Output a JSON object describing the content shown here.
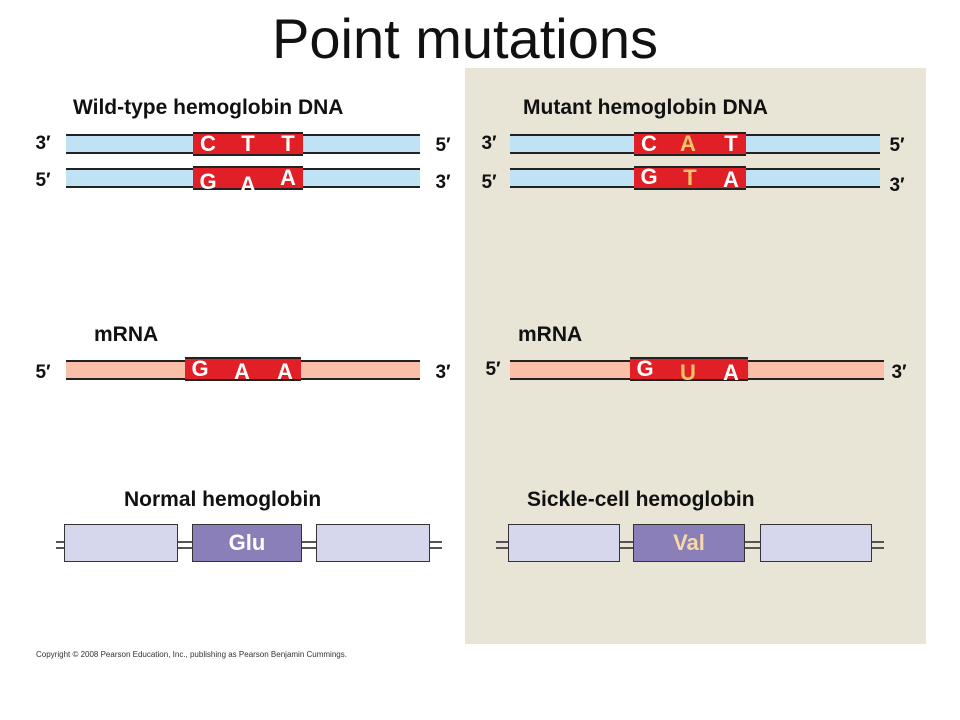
{
  "title": "Point mutations",
  "wild_type": {
    "heading": "Wild-type hemoglobin DNA",
    "top_strand": {
      "left_end": "3′",
      "right_end": "5′",
      "bases": [
        "C",
        "T",
        "T"
      ]
    },
    "bottom_strand": {
      "left_end": "5′",
      "right_end": "3′",
      "bases": [
        "G",
        "A",
        "A"
      ]
    },
    "mrna_heading": "mRNA",
    "mrna": {
      "left_end": "5′",
      "right_end": "3′",
      "bases": [
        "G",
        "A",
        "A"
      ]
    },
    "protein_heading": "Normal hemoglobin",
    "amino_acid": "Glu"
  },
  "mutant": {
    "heading": "Mutant hemoglobin DNA",
    "top_strand": {
      "left_end": "3′",
      "right_end": "5′",
      "bases": [
        "C",
        "A",
        "T"
      ]
    },
    "bottom_strand": {
      "left_end": "5′",
      "right_end": "3′",
      "bases": [
        "G",
        "T",
        "A"
      ]
    },
    "mrna_heading": "mRNA",
    "mrna": {
      "left_end": "5′",
      "right_end": "3′",
      "bases": [
        "G",
        "U",
        "A"
      ]
    },
    "protein_heading": "Sickle-cell hemoglobin",
    "amino_acid": "Val"
  },
  "copyright": "Copyright © 2008 Pearson Education, Inc., publishing as Pearson Benjamin Cummings.",
  "colors": {
    "dna": "#bfe3f5",
    "mrna": "#f9bfa8",
    "codon": "#e01f26",
    "mutation_highlight": "#f5c46a",
    "mutant_panel": "#e8e4d6",
    "amino_acid": "#8a7fb8"
  }
}
